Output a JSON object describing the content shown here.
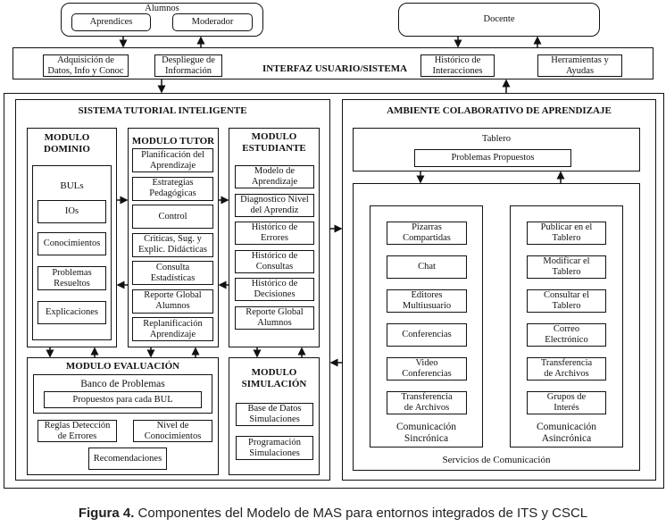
{
  "actors": {
    "alumnos": {
      "label": "Alumnos",
      "items": [
        "Aprendices",
        "Moderador"
      ]
    },
    "docente": {
      "label": "Docente"
    }
  },
  "interface": {
    "title": "INTERFAZ USUARIO/SISTEMA",
    "boxes": [
      "Adquisición de\nDatos, Info y Conoc",
      "Despliegue de\nInformación",
      "Histórico de\nInteracciones",
      "Herramientas y\nAyudas"
    ]
  },
  "its": {
    "title": "SISTEMA TUTORIAL INTELIGENTE",
    "dominio": {
      "title": "MODULO\nDOMINIO",
      "buls_label": "BULs",
      "items": [
        "IOs",
        "Conocimientos",
        "Problemas\nResueltos",
        "Explicaciones"
      ]
    },
    "tutor": {
      "title": "MODULO TUTOR",
      "items": [
        "Planificación del\nAprendizaje",
        "Estrategias\nPedagógicas",
        "Control",
        "Criticas, Sug. y\nExplic. Didácticas",
        "Consulta\nEstadísticas",
        "Reporte Global\nAlumnos",
        "Replanificación\nAprendizaje"
      ]
    },
    "estudiante": {
      "title": "MODULO\nESTUDIANTE",
      "items": [
        "Modelo de\nAprendizaje",
        "Diagnostico Nivel\ndel Aprendiz",
        "Histórico de\nErrores",
        "Histórico de\nConsultas",
        "Histórico de\nDecisiones",
        "Reporte Global\nAlumnos"
      ]
    },
    "evaluacion": {
      "title": "MODULO EVALUACIÓN",
      "banco": "Banco de Problemas",
      "propuestos": "Propuestos para cada BUL",
      "reglas": "Reglas Detección\nde Errores",
      "nivel": "Nivel de\nConocimientos",
      "recomendaciones": "Recomendaciones"
    },
    "simulacion": {
      "title": "MODULO\nSIMULACIÓN",
      "items": [
        "Base de Datos\nSimulaciones",
        "Programación\nSimulaciones"
      ]
    }
  },
  "cscl": {
    "title": "AMBIENTE COLABORATIVO DE APRENDIZAJE",
    "tablero": {
      "label": "Tablero",
      "problemas": "Problemas  Propuestos"
    },
    "servicios_label": "Servicios de Comunicación",
    "sincronica": {
      "label": "Comunicación\nSincrónica",
      "items": [
        "Pizarras\nCompartidas",
        "Chat",
        "Editores\nMultiusuario",
        "Conferencias",
        "Video\nConferencias",
        "Transferencia\nde Archivos"
      ]
    },
    "asincronica": {
      "label": "Comunicación\nAsincrónica",
      "items": [
        "Publicar en el\nTablero",
        "Modificar el\nTablero",
        "Consultar el\nTablero",
        "Correo\nElectrónico",
        "Transferencia\nde  Archivos",
        "Grupos de\nInterés"
      ]
    }
  },
  "caption": {
    "label": "Figura 4.",
    "text": " Componentes del Modelo de MAS para entornos integrados de ITS y CSCL"
  }
}
